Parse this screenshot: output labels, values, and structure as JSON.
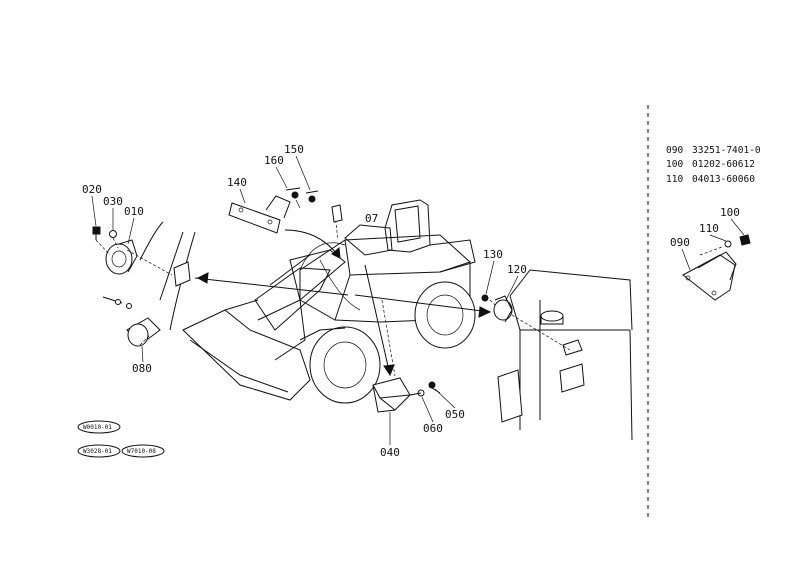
{
  "callouts": {
    "c010": "010",
    "c020": "020",
    "c030": "030",
    "c040": "040",
    "c050": "050",
    "c060": "060",
    "c080": "080",
    "c100": "100",
    "c110": "110",
    "c090": "090",
    "c120": "120",
    "c130": "130",
    "c140": "140",
    "c150": "150",
    "c160": "160",
    "c070": "07"
  },
  "parts_list": [
    {
      "ref": "090",
      "part_no": "33251-7401-0"
    },
    {
      "ref": "100",
      "part_no": "01202-60612"
    },
    {
      "ref": "110",
      "part_no": "04013-60060"
    }
  ],
  "badges": [
    {
      "text": "W0010-01"
    },
    {
      "text": "W3028-01"
    },
    {
      "text": "W7010-08"
    }
  ]
}
